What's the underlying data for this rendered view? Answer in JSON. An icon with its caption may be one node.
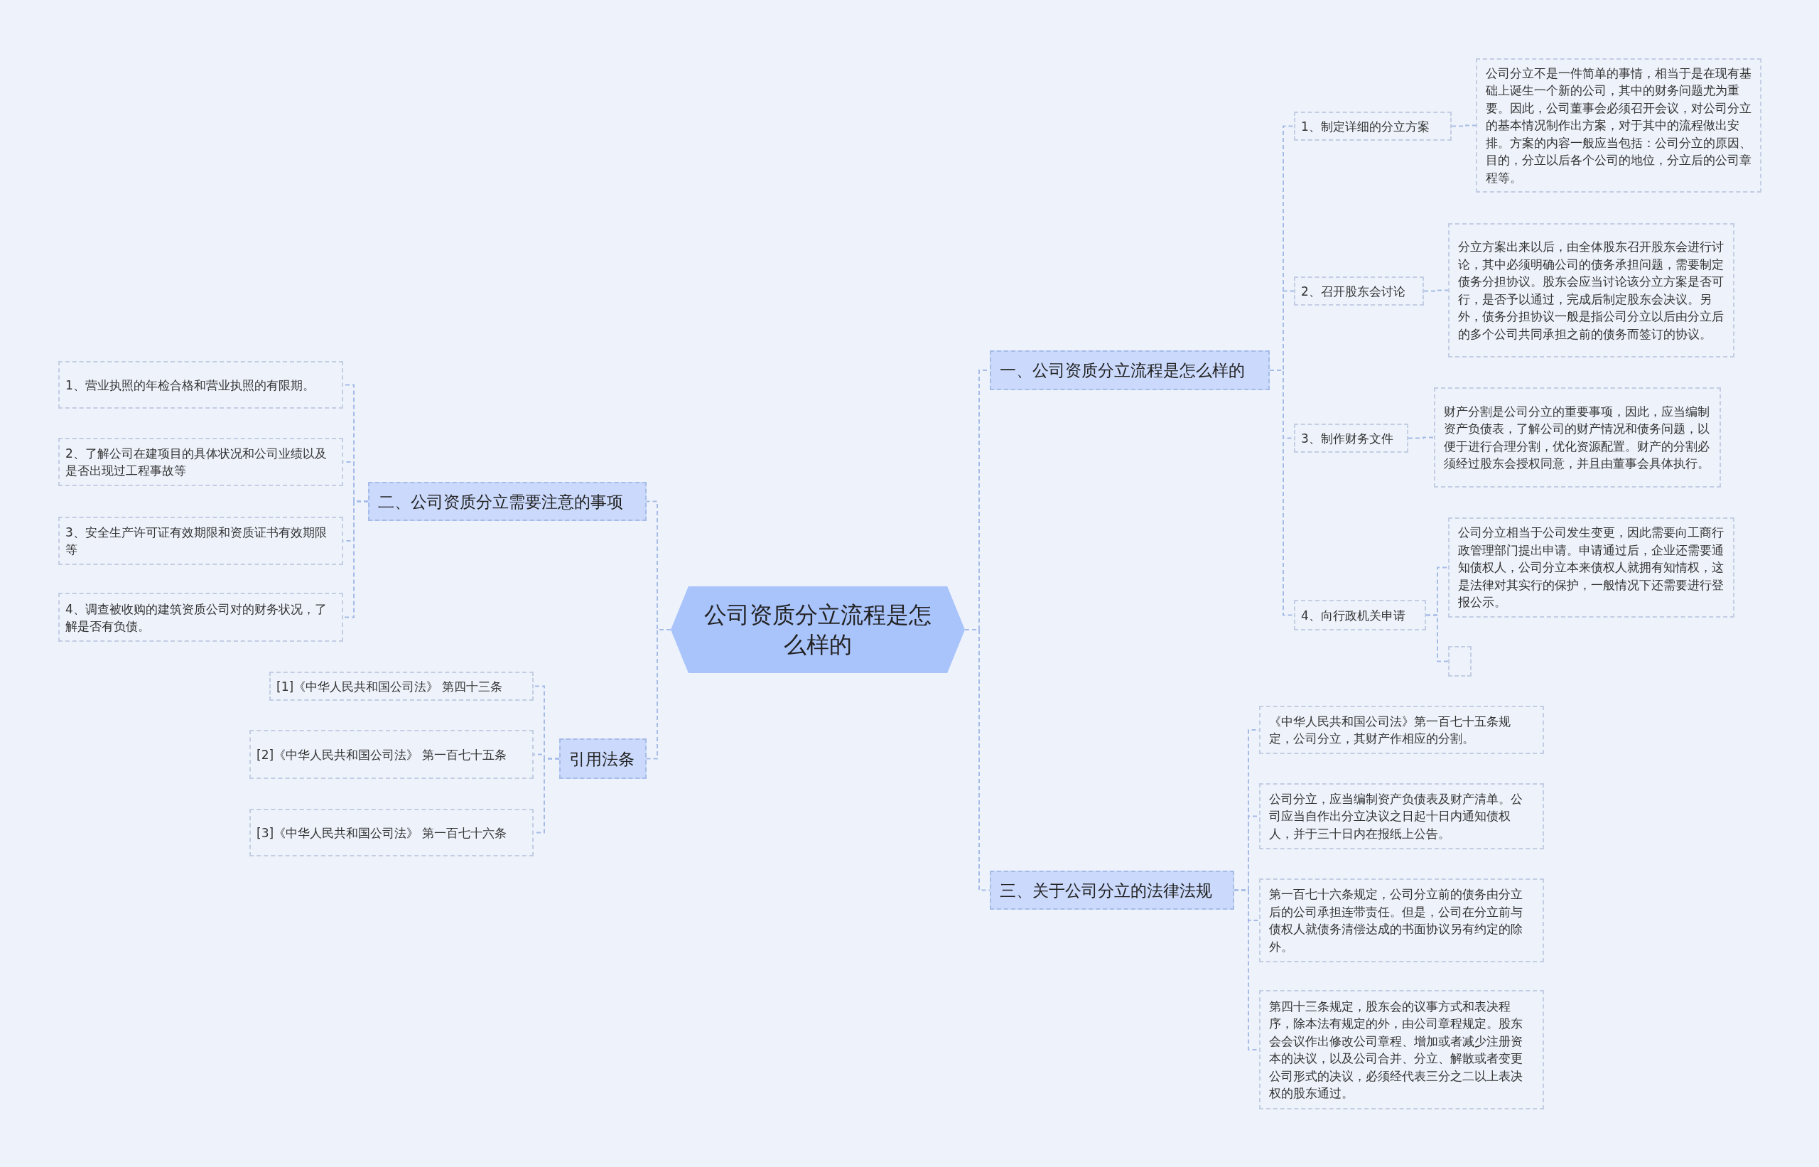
{
  "diagram": {
    "nodes": [
      {
        "text": [
          "公司资质分立流程是怎么样的"
        ]
      },
      {
        "text": [
          "一、公司资质分立流程是怎么样的"
        ]
      },
      {
        "text": [
          "1、制定详细的分立方案"
        ]
      },
      {
        "text": [
          "公司分立不是一件简单的事情，相当于是在现有基础上诞生一个新的公司，其中的财务问题尤为重要。因此，公司董事会必须召开会议，对公司分立的基本情况制作出方案，对于其中的流程做出安排。方案的内容一般应当包括：公司分立的原因、目的，分立以后各个公司的地位，分立后的公司章程等。"
        ]
      },
      {
        "text": [
          "2、召开股东会讨论"
        ]
      },
      {
        "text": [
          "分立方案出来以后，由全体股东召开股东会进行讨论，其中必须明确公司的债务承担问题，需要制定债务分担协议。股东会应当讨论该分立方案是否可行，是否予以通过，完成后制定股东会决议。另外，债务分担协议一般是指公司分立以后由分立后的多个公司共同承担之前的债务而签订的协议。"
        ]
      },
      {
        "text": [
          "3、制作财务文件"
        ]
      },
      {
        "text": [
          "财产分割是公司分立的重要事项，因此，应当编制资产负债表，了解公司的财产情况和债务问题，以便于进行合理分割，优化资源配置。财产的分割必须经过股东会授权同意，并且由董事会具体执行。"
        ]
      },
      {
        "text": [
          "4、向行政机关申请"
        ]
      },
      {
        "text": [
          "公司分立相当于公司发生变更，因此需要向工商行政管理部门提出申请。申请通过后，企业还需要通知债权人，公司分立本来债权人就拥有知情权，这是法律对其实行的保护，一般情况下还需要进行登报公示。"
        ]
      },
      {
        "text": [],
        "shape": "box"
      },
      {
        "text": [
          "二、公司资质分立需要注意的事项"
        ]
      },
      {
        "text": [
          "1、营业执照的年检合格和营业执照的有限期。"
        ]
      },
      {
        "text": [
          "2、了解公司在建项目的具体状况和公司业绩以及是否出现过工程事故等"
        ]
      },
      {
        "text": [
          "3、安全生产许可证有效期限和资质证书有效期限等"
        ]
      },
      {
        "text": [
          "4、调查被收购的建筑资质公司对的财务状况，了解是否有负债。"
        ]
      },
      {
        "text": [
          "三、关于公司分立的法律法规"
        ]
      },
      {
        "text": [
          "《中华人民共和国公司法》第一百七十五条规定，公司分立，其财产作相应的分割。"
        ]
      },
      {
        "text": [
          "公司分立，应当编制资产负债表及财产清单。公司应当自作出分立决议之日起十日内通知债权人，并于三十日内在报纸上公告。"
        ]
      },
      {
        "text": [
          "第一百七十六条规定，公司分立前的债务由分立后的公司承担连带责任。但是，公司在分立前与债权人就债务清偿达成的书面协议另有约定的除外。"
        ]
      },
      {
        "text": [
          "第四十三条规定，股东会的议事方式和表决程序，除本法有规定的外，由公司章程规定。股东会会议作出修改公司章程、增加或者减少注册资本的决议，以及公司合并、分立、解散或者变更公司形式的决议，必须经代表三分之二以上表决权的股东通过。"
        ]
      },
      {
        "text": [
          "引用法条"
        ]
      },
      {
        "text": [
          "[1]《中华人民共和国公司法》 第四十三条"
        ]
      },
      {
        "text": [
          "[2]《中华人民共和国公司法》 第一百七十五条"
        ]
      },
      {
        "text": [
          "[3]《中华人民共和国公司法》 第一百七十六条"
        ]
      }
    ],
    "edges": [
      {
        "from": 0,
        "to": 1,
        "arrow": "none"
      },
      {
        "from": 1,
        "to": 2,
        "arrow": "none"
      },
      {
        "from": 2,
        "to": 3,
        "arrow": "none"
      },
      {
        "from": 1,
        "to": 4,
        "arrow": "none"
      },
      {
        "from": 4,
        "to": 5,
        "arrow": "none"
      },
      {
        "from": 1,
        "to": 6,
        "arrow": "none"
      },
      {
        "from": 6,
        "to": 7,
        "arrow": "none"
      },
      {
        "from": 1,
        "to": 8,
        "arrow": "none"
      },
      {
        "from": 8,
        "to": 9,
        "arrow": "none"
      },
      {
        "from": 8,
        "to": 10,
        "arrow": "none"
      },
      {
        "from": 0,
        "to": 11,
        "arrow": "none"
      },
      {
        "from": 11,
        "to": 12,
        "arrow": "none"
      },
      {
        "from": 11,
        "to": 13,
        "arrow": "none"
      },
      {
        "from": 11,
        "to": 14,
        "arrow": "none"
      },
      {
        "from": 11,
        "to": 15,
        "arrow": "none"
      },
      {
        "from": 0,
        "to": 16,
        "arrow": "none"
      },
      {
        "from": 16,
        "to": 17,
        "arrow": "none"
      },
      {
        "from": 16,
        "to": 18,
        "arrow": "none"
      },
      {
        "from": 16,
        "to": 19,
        "arrow": "none"
      },
      {
        "from": 16,
        "to": 20,
        "arrow": "none"
      },
      {
        "from": 0,
        "to": 21,
        "arrow": "none"
      },
      {
        "from": 21,
        "to": 22,
        "arrow": "none"
      },
      {
        "from": 21,
        "to": 23,
        "arrow": "none"
      },
      {
        "from": 21,
        "to": 24,
        "arrow": "none"
      }
    ]
  }
}
